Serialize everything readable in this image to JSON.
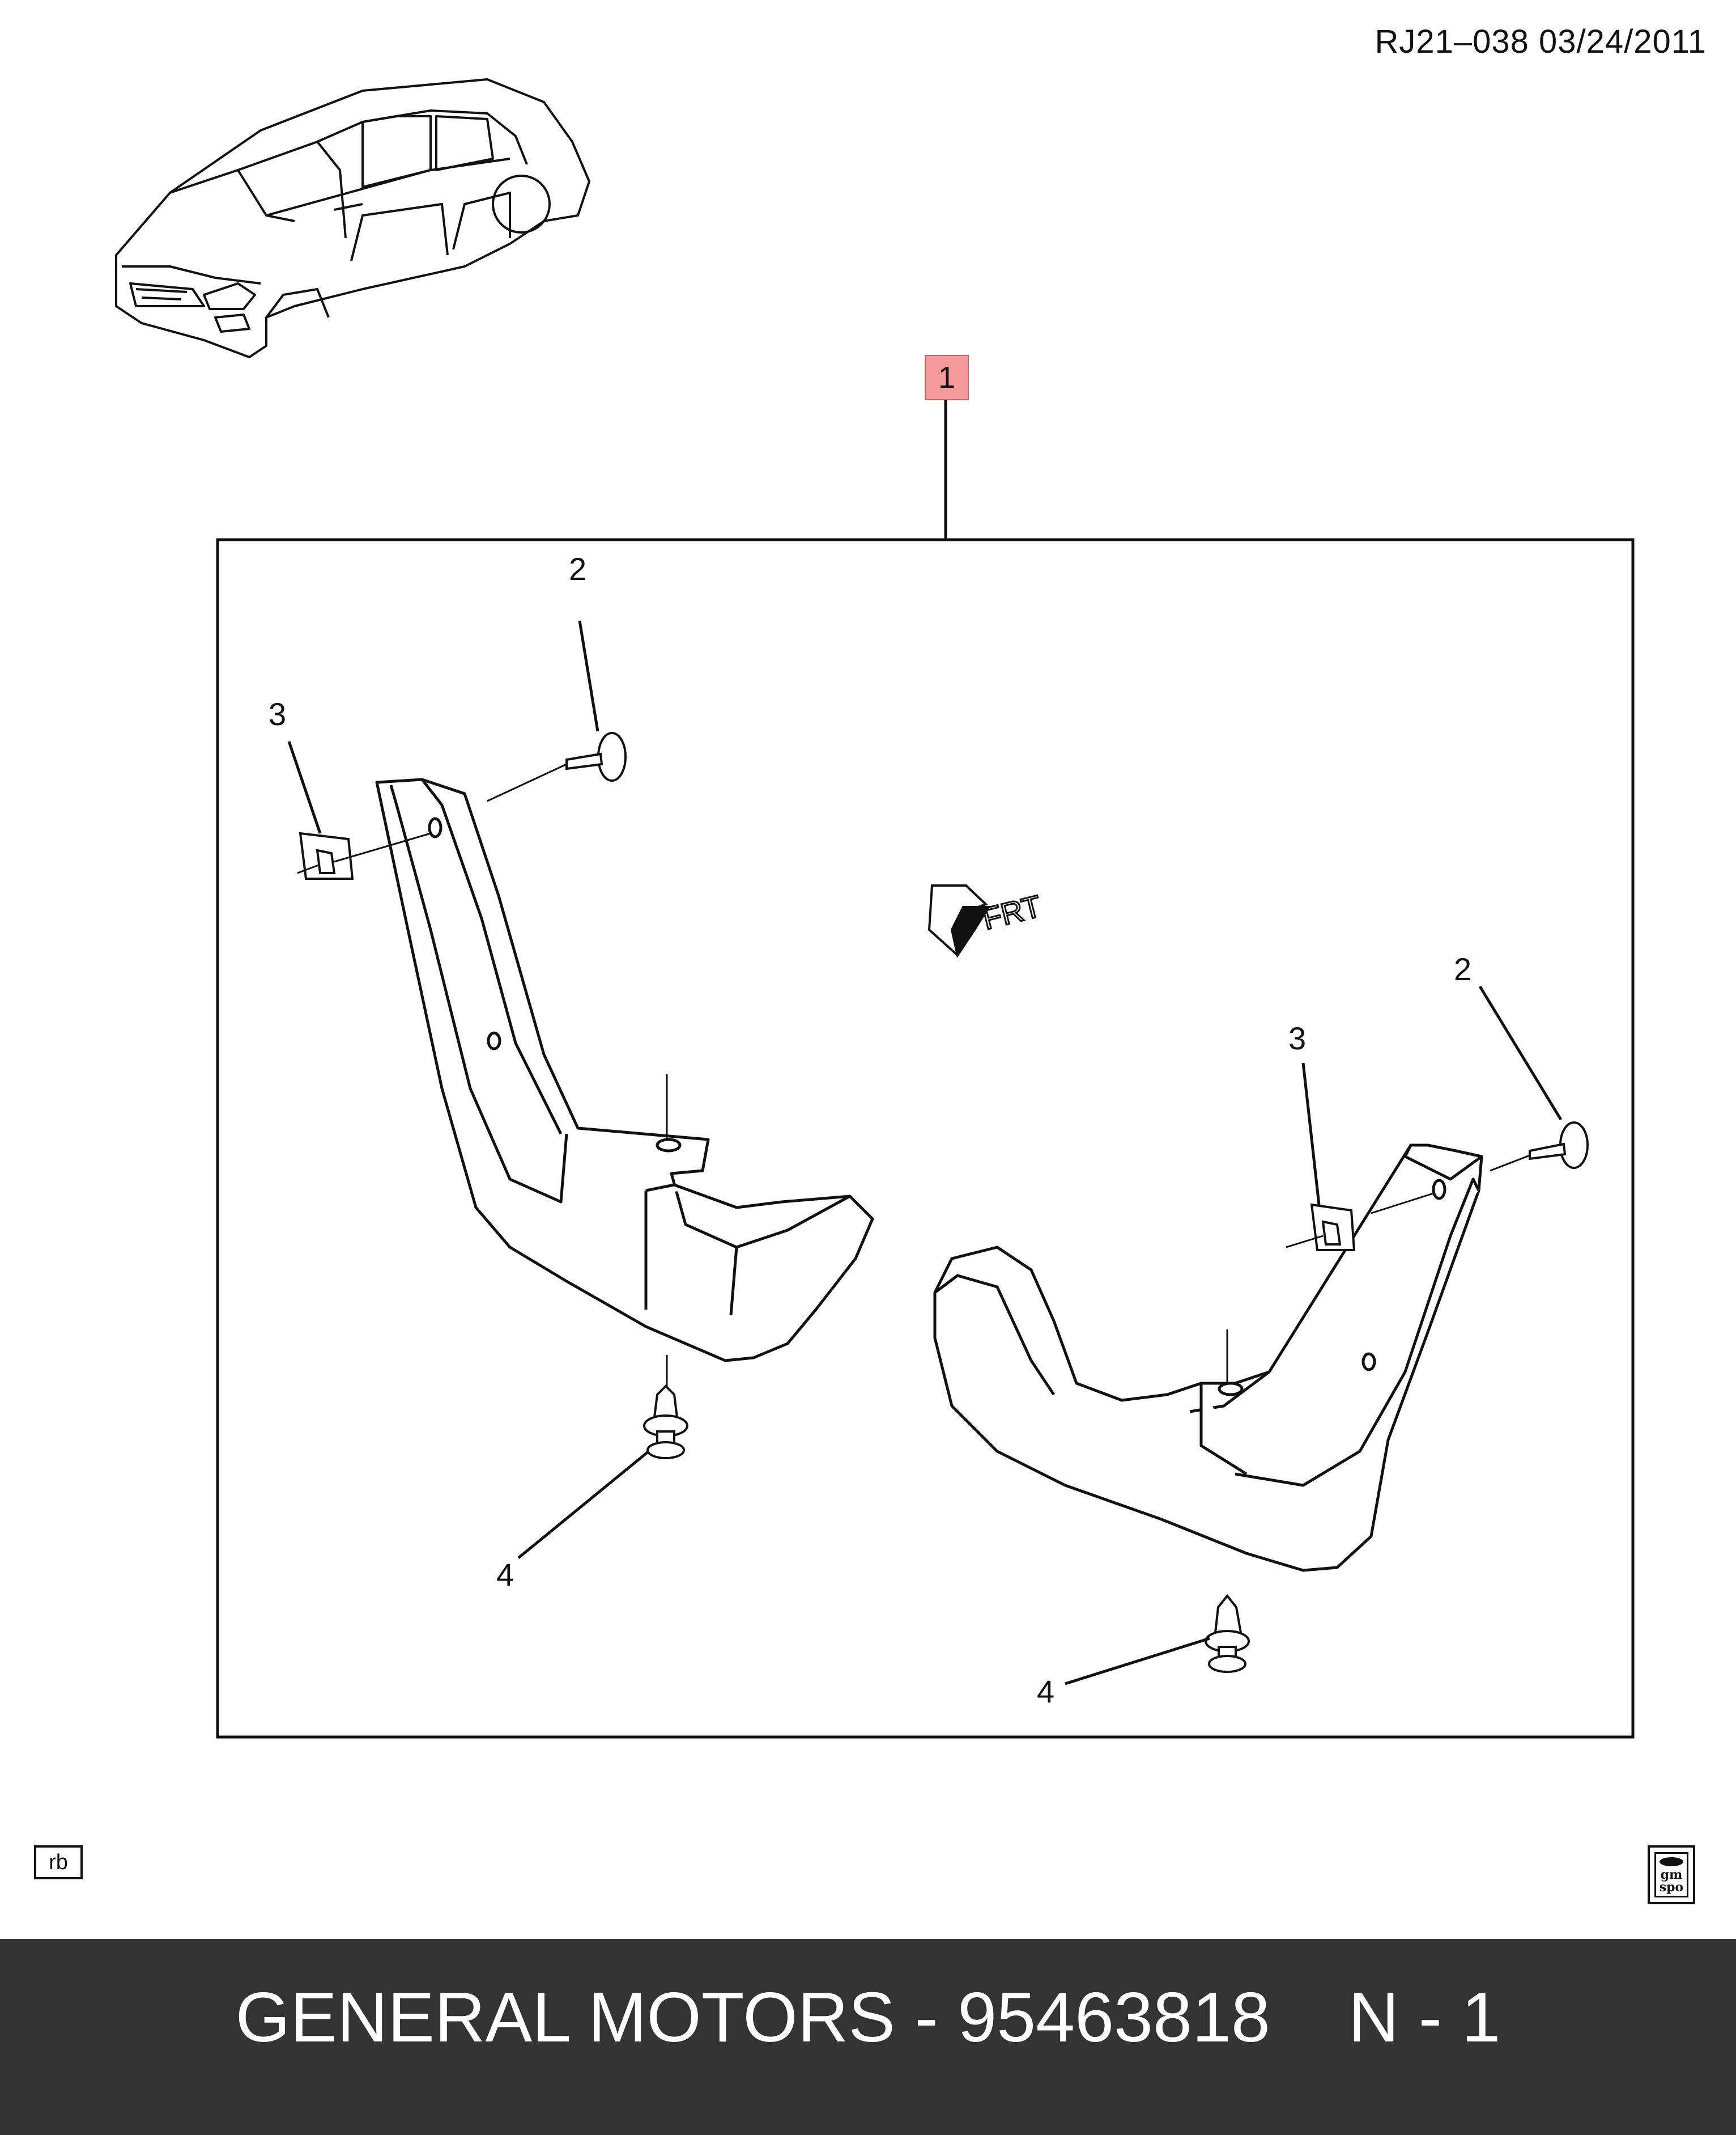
{
  "header": {
    "reference": "RJ21–038  03/24/2011"
  },
  "callouts": {
    "main": "1",
    "left_bolt": "2",
    "left_nut": "3",
    "left_clip": "4",
    "right_bolt": "2",
    "right_nut": "3",
    "right_clip": "4"
  },
  "direction_marker": {
    "label": "FRT"
  },
  "corner": {
    "rb_label": "rb",
    "logo_top": "gm",
    "logo_bottom": "spo"
  },
  "footer": {
    "text": "GENERAL MOTORS - 95463818    N - 1"
  },
  "colors": {
    "footer_bg": "#333333",
    "callout_highlight": "#f49a9a",
    "line": "#111111"
  }
}
